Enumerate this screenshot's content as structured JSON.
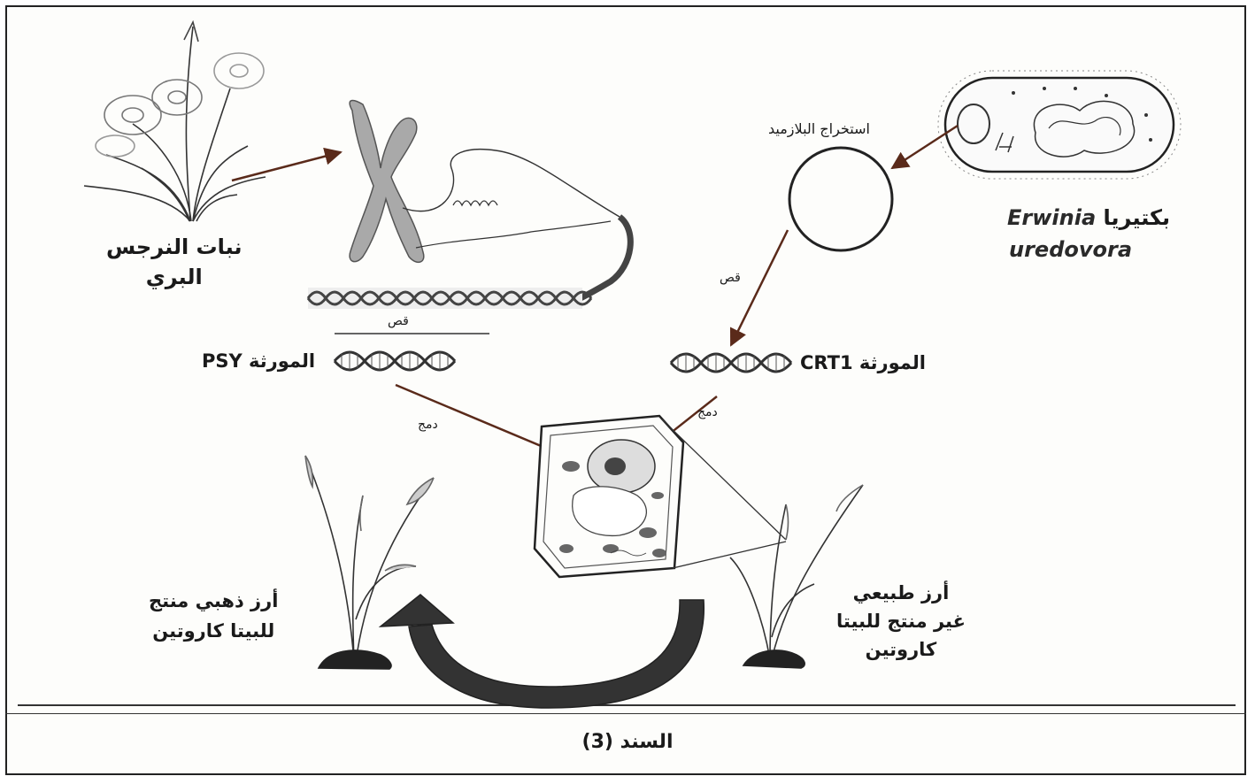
{
  "labels": {
    "wild_daffodil": [
      "نبات النرجس",
      "البري"
    ],
    "plasmid_extraction": "استخراج البلازميد",
    "bacteria_prefix": "بكتيريا",
    "bacteria_genus": "Erwinia",
    "bacteria_species": "uredovora",
    "cut_top": "قص",
    "cut_right": "قص",
    "psy_gene": "المورثة PSY",
    "crt1_gene": "المورثة CRT1",
    "merge_left": "دمج",
    "merge_right": "دمج",
    "golden_rice": [
      "أرز ذهبي منتج",
      "للبيتا كاروتين"
    ],
    "natural_rice": [
      "أرز طبيعي",
      "غير منتج للبيتا",
      "كاروتين"
    ]
  },
  "caption": "السند (3)",
  "colors": {
    "ink": "#222222",
    "arrow": "#5a2a1a",
    "chromosome": "#a9a9a9",
    "cycle_arrow": "#333333"
  },
  "icons": [
    "daffodil-plant-icon",
    "chromosome-icon",
    "dna-helix-icon",
    "plasmid-ring-icon",
    "bacterium-icon",
    "plant-cell-icon",
    "rice-plant-icon",
    "cycle-arrow-icon"
  ]
}
